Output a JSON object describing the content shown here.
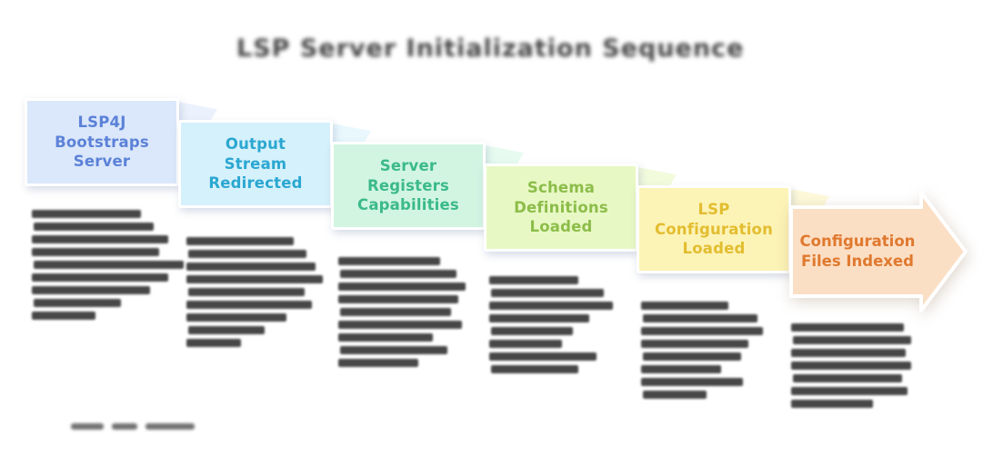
{
  "title": {
    "text": "LSP Server Initialization Sequence",
    "legibility": "blurred-in-source"
  },
  "steps": [
    {
      "label": "LSP4J\nBootstraps\nServer",
      "fill": "#dbe7fa",
      "fold_fill": "#ecf2fd",
      "text_color": "#5b82d8",
      "description_legibility": "blurred-in-source",
      "description_line_widths": [
        120,
        132,
        150,
        140,
        165,
        150,
        130,
        96,
        70
      ]
    },
    {
      "label": "Output\nStream\nRedirected",
      "fill": "#d5f1fb",
      "fold_fill": "#e9f8fd",
      "text_color": "#2ba7d1",
      "description_legibility": "blurred-in-source",
      "description_line_widths": [
        118,
        130,
        142,
        150,
        128,
        138,
        110,
        84,
        60
      ]
    },
    {
      "label": "Server\nRegisters\nCapabilities",
      "fill": "#d2f5e2",
      "fold_fill": "#e7fbf0",
      "text_color": "#3bba88",
      "description_legibility": "blurred-in-source",
      "description_line_widths": [
        112,
        128,
        140,
        132,
        122,
        136,
        104,
        118,
        88
      ]
    },
    {
      "label": "Schema\nDefinitions\nLoaded",
      "fill": "#e8f8c4",
      "fold_fill": "#f3fbdd",
      "text_color": "#8cbd4a",
      "description_legibility": "blurred-in-source",
      "description_line_widths": [
        98,
        124,
        136,
        110,
        90,
        80,
        118,
        96
      ]
    },
    {
      "label": "LSP\nConfiguration\nLoaded",
      "fill": "#fcf3b6",
      "fold_fill": "#fdf9da",
      "text_color": "#e3bd30",
      "description_legibility": "blurred-in-source",
      "description_line_widths": [
        96,
        126,
        134,
        118,
        108,
        88,
        112,
        70
      ]
    },
    {
      "label": "Configuration\nFiles Indexed",
      "fill": "#fbdfc5",
      "fold_fill": "#fdeedd",
      "text_color": "#e0792f",
      "description_legibility": "blurred-in-source",
      "description_line_widths": [
        124,
        130,
        126,
        132,
        120,
        128,
        90
      ]
    }
  ],
  "watermark": {
    "legibility": "illegible-in-source",
    "segment_widths": [
      36,
      28,
      54
    ]
  },
  "colors": {
    "paragraph_text": "#474747",
    "title_text": "#454545",
    "card_border": "#ffffff",
    "background": "#ffffff"
  }
}
